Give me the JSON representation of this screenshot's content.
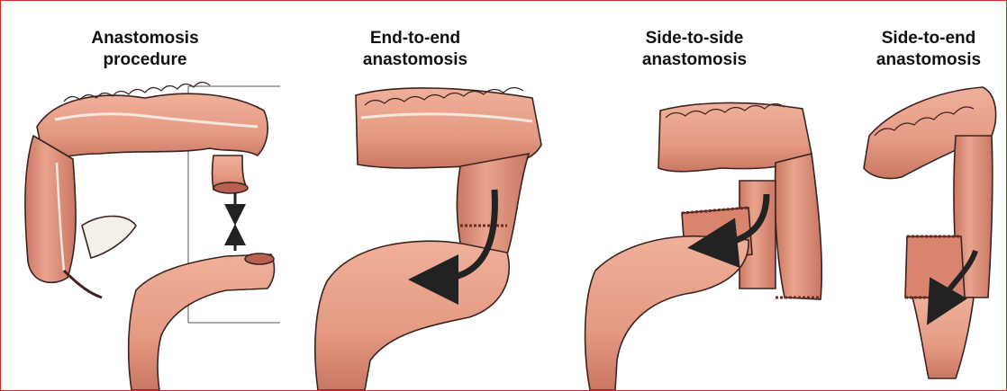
{
  "colors": {
    "border": "#c9302c",
    "colon_fill": "#e59a83",
    "colon_shadow": "#c47462",
    "colon_outline": "#3a2320",
    "arrow": "#2b2b2b",
    "suture": "#6b2a22"
  },
  "panels": [
    {
      "id": "anastomosis-procedure",
      "title_line1": "Anastomosis",
      "title_line2": "procedure"
    },
    {
      "id": "end-to-end",
      "title_line1": "End-to-end",
      "title_line2": "anastomosis"
    },
    {
      "id": "side-to-side",
      "title_line1": "Side-to-side",
      "title_line2": "anastomosis"
    },
    {
      "id": "side-to-end",
      "title_line1": "Side-to-end",
      "title_line2": "anastomosis"
    }
  ]
}
